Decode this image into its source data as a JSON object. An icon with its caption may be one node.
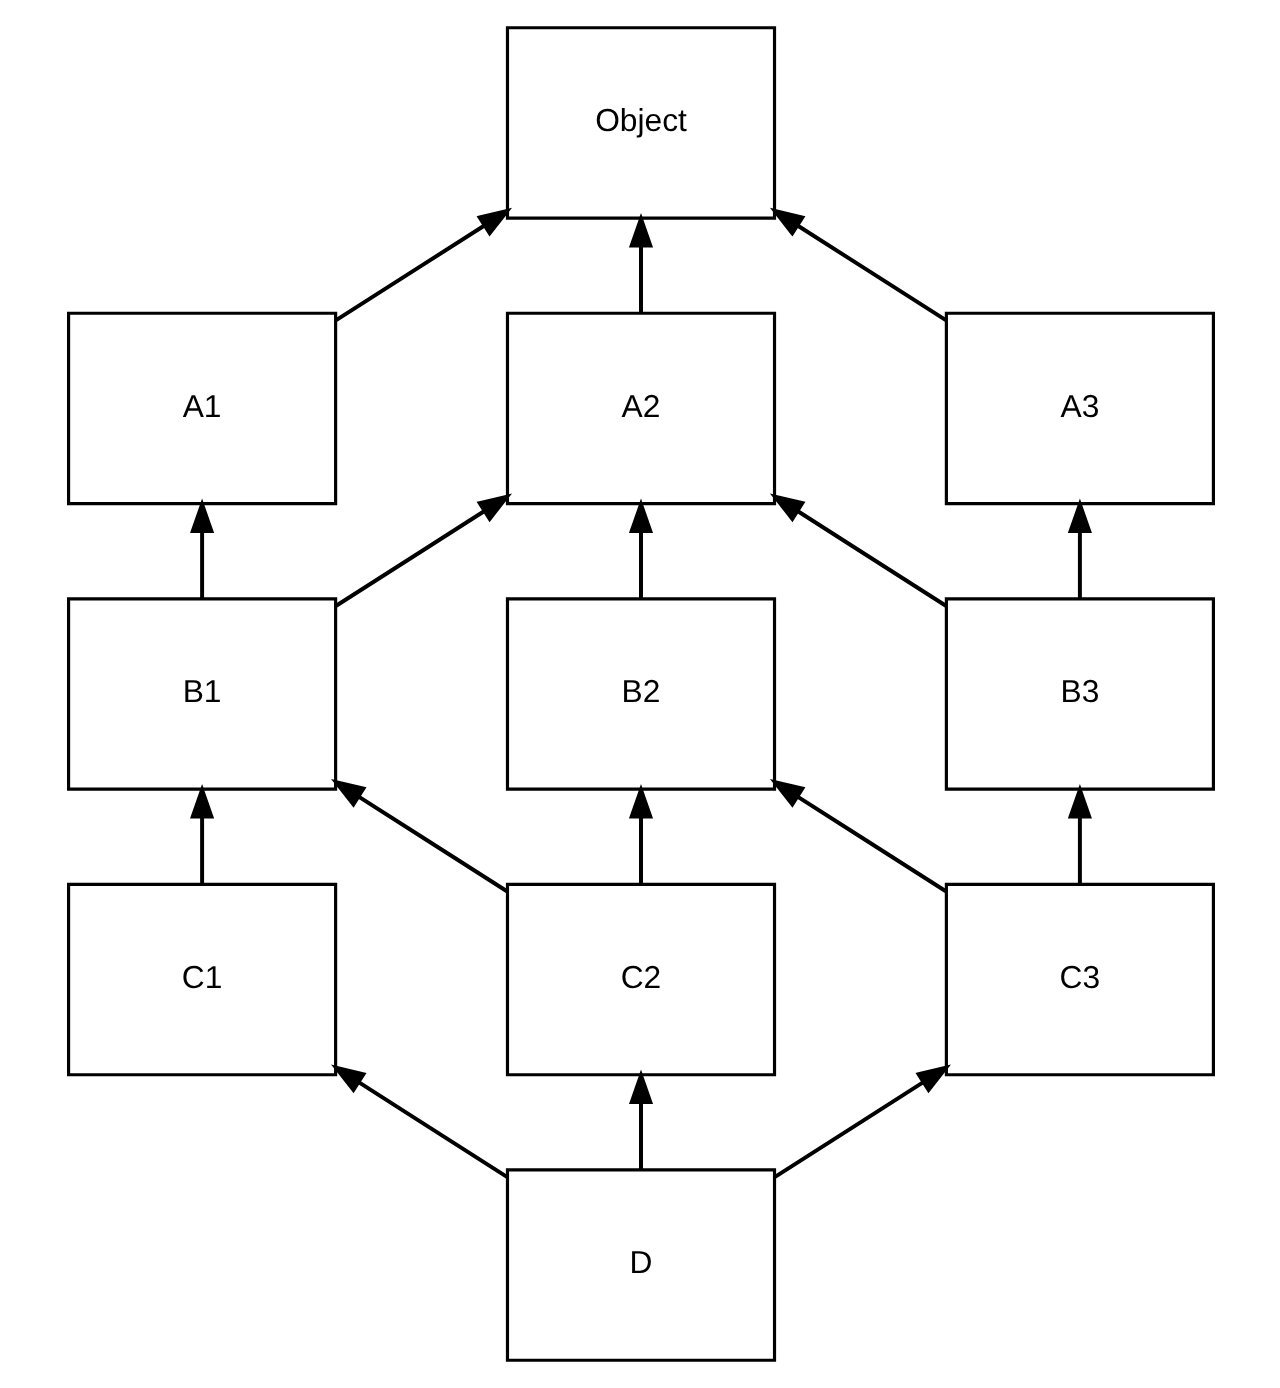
{
  "diagram": {
    "nodes": [
      {
        "text": [
          "Object"
        ]
      },
      {
        "text": [
          "A1"
        ]
      },
      {
        "text": [
          "A2"
        ]
      },
      {
        "text": [
          "A3"
        ]
      },
      {
        "text": [
          "B1"
        ]
      },
      {
        "text": [
          "B2"
        ]
      },
      {
        "text": [
          "B3"
        ]
      },
      {
        "text": [
          "C1"
        ]
      },
      {
        "text": [
          "C2"
        ]
      },
      {
        "text": [
          "C3"
        ]
      },
      {
        "text": [
          "D"
        ]
      }
    ],
    "edges": [
      {
        "from": 1,
        "to": 0,
        "arrow": "to"
      },
      {
        "from": 2,
        "to": 0,
        "arrow": "to"
      },
      {
        "from": 3,
        "to": 0,
        "arrow": "to"
      },
      {
        "from": 4,
        "to": 1,
        "arrow": "to"
      },
      {
        "from": 4,
        "to": 2,
        "arrow": "to"
      },
      {
        "from": 5,
        "to": 2,
        "arrow": "to"
      },
      {
        "from": 6,
        "to": 2,
        "arrow": "to"
      },
      {
        "from": 6,
        "to": 3,
        "arrow": "to"
      },
      {
        "from": 7,
        "to": 4,
        "arrow": "to"
      },
      {
        "from": 8,
        "to": 4,
        "arrow": "to"
      },
      {
        "from": 8,
        "to": 5,
        "arrow": "to"
      },
      {
        "from": 9,
        "to": 5,
        "arrow": "to"
      },
      {
        "from": 9,
        "to": 6,
        "arrow": "to"
      },
      {
        "from": 10,
        "to": 7,
        "arrow": "to"
      },
      {
        "from": 10,
        "to": 8,
        "arrow": "to"
      },
      {
        "from": 10,
        "to": 9,
        "arrow": "to"
      }
    ]
  }
}
